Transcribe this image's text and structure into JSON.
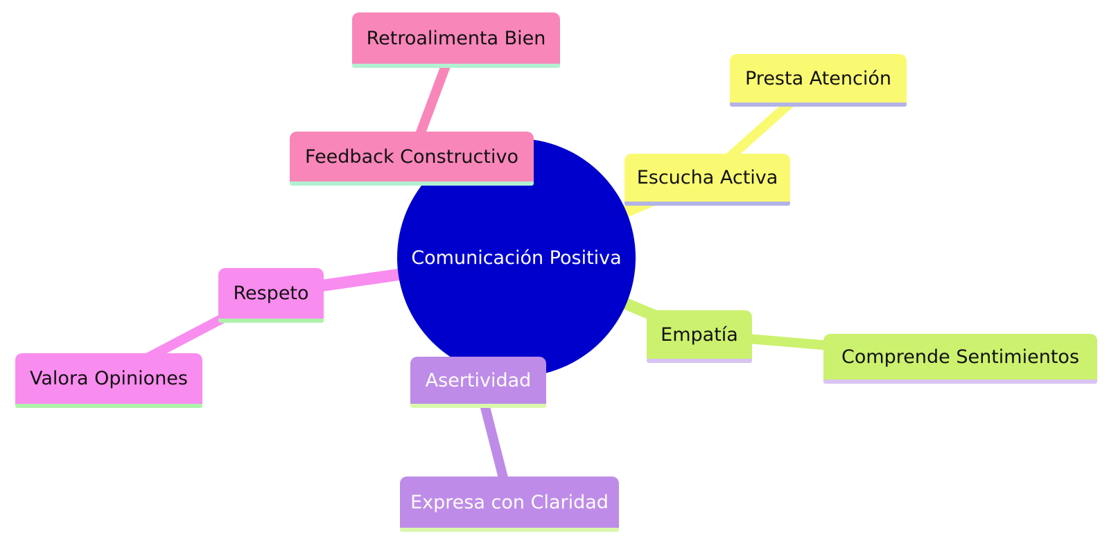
{
  "palette": {
    "canvas-bg": "#FFFFFF",
    "root-fill": "#0000CD",
    "pink-fill": "#F986B9",
    "pink-underline": "#B2F0D1",
    "yellow-fill": "#FAFA72",
    "yellow-underline": "#B3B3E6",
    "magenta-fill": "#F98CEF",
    "magenta-underline": "#AEF1AB",
    "green-fill": "#CCF16E",
    "green-underline": "#D8C3F2",
    "purple-fill": "#BE8CE8",
    "purple-underline": "#DAF8AC",
    "dark-text": "#111111",
    "light-text": "#FCFCFC"
  },
  "mindmap": {
    "root": {
      "label": "Comunicación Positiva"
    },
    "nodes": {
      "feedback": {
        "label": "Feedback Constructivo",
        "parent": "root",
        "branch": "pink"
      },
      "retro": {
        "label": "Retroalimenta Bien",
        "parent": "feedback",
        "branch": "pink"
      },
      "escucha": {
        "label": "Escucha Activa",
        "parent": "root",
        "branch": "yellow"
      },
      "presta": {
        "label": "Presta Atención",
        "parent": "escucha",
        "branch": "yellow"
      },
      "respeto": {
        "label": "Respeto",
        "parent": "root",
        "branch": "magenta"
      },
      "valora": {
        "label": "Valora Opiniones",
        "parent": "respeto",
        "branch": "magenta"
      },
      "empatia": {
        "label": "Empatía",
        "parent": "root",
        "branch": "green"
      },
      "comprende": {
        "label": "Comprende Sentimientos",
        "parent": "empatia",
        "branch": "green"
      },
      "asertividad": {
        "label": "Asertividad",
        "parent": "root",
        "branch": "purple"
      },
      "expresa": {
        "label": "Expresa con Claridad",
        "parent": "asertividad",
        "branch": "purple"
      }
    }
  }
}
